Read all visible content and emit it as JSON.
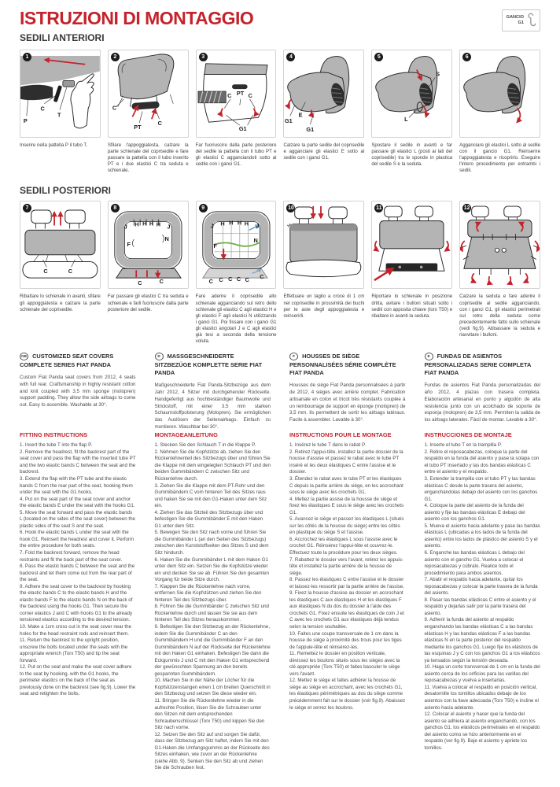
{
  "colors": {
    "accent_red": "#c4232c",
    "illustration_gray": "#b4b4b4",
    "dark_part": "#2e2e2e",
    "elastic_green": "#6faf45",
    "elastic_blue": "#5a9fd4"
  },
  "page": {
    "title": "ISTRUZIONI DI MONTAGGIO",
    "hook_badge": {
      "line1": "GANCIO",
      "line2": "G1"
    }
  },
  "anteriori": {
    "heading": "SEDILI ANTERIORI",
    "panels": [
      {
        "num": "1",
        "labels": [
          "P",
          "C",
          "T"
        ],
        "caption": "Inserire nella pattella P il tubo T."
      },
      {
        "num": "2",
        "labels": [
          "C",
          "PT",
          "C"
        ],
        "caption": "Sfilare l'appoggiatesta, calzare la parte schienale del coprisedile e fare passare la pattella con il tubo inserito PT e i due elastici C tra seduta e schienale."
      },
      {
        "num": "3",
        "labels": [
          "C",
          "PT",
          "C",
          "G1"
        ],
        "caption": "Far fuoriuscire dalla parte posteriore del sedile la pattella con il tubo PT e gli elastici C agganciandoli sotto al sedile con i ganci G1."
      },
      {
        "num": "4",
        "labels": [
          "G1",
          "E",
          "G1"
        ],
        "caption": "Calzare la parte sedile del coprisedile e agganciare gli elastici E sotto al sedile con i ganci G1."
      },
      {
        "num": "5",
        "labels": [
          "S",
          "L"
        ],
        "caption": "Spostare il sedile in avanti e far passare gli elastici L (posti ai lati del coprisedile) tra le sponde in plastica del sedile S e la seduta."
      },
      {
        "num": "6",
        "labels": [],
        "caption": "Agganciare gli elastici L sotto al sedile con il gancio G1. Reinserire l'appoggiatesta e ricoprirlo. Eseguire l'intero procedimento per entrambi i sedili."
      }
    ]
  },
  "posteriori": {
    "heading": "SEDILI POSTERIORI",
    "panels": [
      {
        "num": "7",
        "labels": [
          "C",
          "C"
        ],
        "caption": "Ribaltare lo schienale in avanti, sfilare gli appoggiatesta e calzare la parte schienale del coprisedile."
      },
      {
        "num": "8",
        "labels": [
          "J",
          "H",
          "H",
          "H",
          "H",
          "J",
          "F",
          "N",
          "C",
          "C"
        ],
        "caption": "Far passare gli elastici C tra seduta e schienale e farli fuoriuscire dalla parte posteriore del sedile."
      },
      {
        "num": "9",
        "labels": [
          "J",
          "H",
          "H",
          "H",
          "H",
          "J",
          "F",
          "N",
          "C",
          "C",
          "C",
          "C",
          "C",
          "C"
        ],
        "caption": "Fare aderire il coprisedile allo schienale agganciando sul retro dello schienale gli elastici C agli elastici H e gli elastici F agli elastici N utilizzando i ganci G1. Poi fissare con i ganci G1 gli elastici angolari J e C agli elastici già tesi a seconda della tensione voluta."
      },
      {
        "num": "10",
        "labels": [],
        "caption": "Effettuare un taglio a croce di 1 cm nel coprisedile in prossimità dei buchi per le aste degli appoggiatesta e reinserirli."
      },
      {
        "num": "11",
        "labels": [],
        "caption": "Riportare lo schienale in posizione dritta, avitare i bulloni situati sotto i sedili con apposita chiave (torx T50) e ribaltare in avanti la seduta."
      },
      {
        "num": "12",
        "labels": [],
        "caption": "Calzare la seduta e fare aderire il coprisedile al sedile agganciando, con i ganci G1, gli elastici perimetrali sul retro della seduta come precedentemente fatto sullo schienale (vedi fig.9). Abbassare la seduta e riavvitare i bulloni."
      }
    ]
  },
  "languages": [
    {
      "code": "GB",
      "title": "CUSTOMIZED SEAT COVERS COMPLETE SERIES FIAT PANDA",
      "intro": "Custom Fiat Panda seat covers from 2012, 4 seats with full rear. Craftsmanship in highly resistant cotton and knit coupled with 3.5 mm sponge (molopren) support padding. They allow the side airbags to come out. Easy to assemble. Washable at 30°.",
      "instructions_heading": "FITTING INSTRUCTIONS",
      "steps": [
        "1. Insert the tube T into the flap P.",
        "2. Remove the headrest, fit the backrest part of the seat cover and pass the flap with the inserted tube PT and the two elastic bands C between the seat and the backrest.",
        "3. Extend the flap with the PT tube and the elastic bands C from the rear part of the seat, hooking them under the seat with the G1 hooks.",
        "4. Put on the seat part of the seat cover and anchor the elastic bands E under the seat with the hooks G1.",
        "5. Move the seat forward and pass the elastic bands L (located on the sides of the seat cover) between the plastic sides of the seat S and the seat.",
        "6. Hook the elastic bands L under the seat with the hook G1. Reinsert the headrest and cover it. Perform the entire procedure for both seats.",
        "7. Fold the backrest forward, remove the head restraints and fit the back part of the seat cover.",
        "8. Pass the elastic bands C between the seat and the backrest and let them come out from the rear part of the seat.",
        "9. Adhere the seat cover to the backrest by hooking the elastic bands C to the elastic bands H and the elastic bands F to the elastic bands N on the back of the backrest using the hooks G1. Then secure the corner elastics J and C with hooks G1 to the already tensioned elastics according to the desired tension.",
        "10. Make a 1cm cross cut in the seat cover near the holes for the head restraint rods and reinsert them.",
        "11. Return the backrest to the upright position, unscrew the bolts located under the seats with the appropriate wrench (Torx T50) and tip the seat forward.",
        "12. Put on the seat and make the seat cover adhere to the seat by hooking, with the G1 hooks, the perimeter elastics on the back of the seat as previously done on the backrest (see fig.9). Lower the seat and retighten the bolts."
      ]
    },
    {
      "code": "D",
      "title": "MASSGESCHNEIDERTE SITZBEZÜGE KOMPLETTE SERIE FIAT PANDA",
      "intro": "Maßgeschneiderte Fiat Panda-Sitzbezüge aus dem Jahr 2012, 4 Sitzer mit durchgehender Rückseite. Handgefertigt aus hochbeständiger Baumwolle und Strickstoff, mit einer 3,5 mm starken Schaumstoffpolsterung (Molopren). Sie ermöglichen das Auslösen der Seitenairbags. Einfach zu montieren. Waschbar bei 30°.",
      "instructions_heading": "MONTAGEANLEITUNG",
      "steps": [
        "1. Stecken Sie den Schlauch T in die Klappe P.",
        "2. Nehmen Sie die Kopfstütze ab, ziehen Sie den Rückenlehnenteil des Sitzbezugs über und führen Sie die Klappe mit dem eingelegten Schlauch PT und den beiden Gummibändern C zwischen Sitz und Rückenlehne durch.",
        "3. Ziehen Sie die Klappe mit dem PT-Rohr und den Gummibändern C vom hinteren Teil des Sitzes raus und haken Sie sie mit den G1-Haken unter dem Sitz ein.",
        "4. Ziehen Sie das Sitzteil des Sitzbezugs über und befestigen Sie die Gummibänder E mit den Haken G1 unter dem Sitz.",
        "5. Bewegen Sie den Sitz nach vorne und führen Sie die Gummibänder L (an den Seiten des Sitzbezugs) zwischen den Kunststoffseiten des Sitzes S und dem Sitz hindurch.",
        "6. Haken Sie die Gummibänder L mit dem Haken G1 unter dem Sitz ein. Setzen Sie die Kopfstütze wieder ein und decken Sie sie ab. Führen Sie den gesamten Vorgang für beide Sitze durch.",
        "7. Klappen Sie die Rückenlehne nach vorne, entfernen Sie die Kopfstützen und ziehen Sie den hinteren Teil des Sitzbezugs über.",
        "8. Führen Sie die Gummibänder C zwischen Sitz und Rückenlehne durch und lassen Sie sie aus dem hinteren Teil des Sitzes herauskommen.",
        "9. Befestigen Sie den Sitzbezug an der Rückenlehne, indem Sie die Gummibänder C an den Gummibändern H und die Gummibänder F an den Gummibändern N auf der Rückseite der Rückenlehne mit den Haken G1 einhaken. Befestigen Sie dann die Eckgummis J und C mit den Haken G1 entsprechend der gewünschten Spannung an den bereits gespannten Gummibändern.",
        "10. Machen Sie in der Nähe der Löcher für die Kopfstützenstangen einen 1 cm breiten Querschnitt in den Sitzbezug und setzen Sie diese wieder ein.",
        "11. Bringen Sie die Rückenlehne wieder in die aufrechte Position, lösen Sie die Schrauben unter den Sitzen mit dem entsprechenden Schraubenschlüssel (Torx T50) und kippen Sie den Sitz nach vorne.",
        "12. Setzen Sie den Sitz auf und sorgen Sie dafür, dass der Sitzbezug am Sitz haftet, indem Sie mit den G1-Haken die Umfangsgummis an der Rückseite des Sitzes einhaken, wie zuvor an der Rückenlehne (siehe Abb. 9). Senken Sie den Sitz ab und ziehen Sie die Schrauben fest."
      ]
    },
    {
      "code": "F",
      "title": "HOUSSES DE SIÈGE PERSONNALISÉES SÉRIE COMPLÈTE FIAT PANDA",
      "intro": "Housses de siège Fiat Panda personnalisées à partir de 2012, 4 sièges avec arrière complet. Fabrication artisanale en coton et tricot très résistants couplée à un rembourrage de support en éponge (molopren) de 3,5 mm. Ils permettent de sortir les airbags latéraux. Facile à assembler. Lavable à 30°.",
      "instructions_heading": "INSTRUCTIONS POUR LE MONTAGE",
      "steps": [
        "1. Insérez le tube T dans le rabat P.",
        "2. Retirez l'appui-tête, installez la partie dossier de la housse d'assise et passez le rabat avec le tube PT inséré et les deux élastiques C entre l'assise et le dossier.",
        "3. Étendez le rabat avec le tube PT et les élastiques C depuis la partie arrière du siège, en les accrochant sous le siège avec les crochets G1.",
        "4. Mettez la partie assise de la housse de siège et fixez les élastiques E sous le siège avec les crochets G1.",
        "5. Avancez le siège et passez les élastiques L (situés sur les côtés de la housse du siège) entre les côtés en plastique du siège S et l'assise.",
        "6. Accrochez les élastiques L sous l'assise avec le crochet G1. Réinsérez l'appui-tête et couvrez-le. Effectuez toute la procédure pour les deux sièges.",
        "7. Rabattez le dossier vers l'avant, retirez les appuis-tête et installez la partie arrière de la housse de siège.",
        "8. Passez les élastiques C entre l'assise et le dossier et laissez-les ressortir par la partie arrière de l'assise.",
        "9. Fixez la housse d'assise au dossier en accrochant les élastiques C aux élastiques H et les élastiques F aux élastiques N du dos du dossier à l'aide des crochets G1. Fixez ensuite les élastiques de coin J et C avec les crochets G1 aux élastiques déjà tendus selon la tension souhaitée.",
        "10. Faites une coupe transversale de 1 cm dans la housse de siège à proximité des trous pour les tiges de l'appuie-tête et réinsérez-les.",
        "11. Remettez le dossier en position verticale, dévissez les boulons situés sous les sièges avec la clé appropriée (Torx T50) et faites basculer le siège vers l'avant.",
        "12. Mettez le siège et faites adhérer la housse de siège au siège en accrochant, avec les crochets G1, les élastiques périmétriques au dos du siège comme précédemment fait sur le dossier (voir fig.9). Abaissez le siège et serrez les boulons."
      ]
    },
    {
      "code": "E",
      "title": "FUNDAS DE ASIENTOS PERSONALIZADAS SERIE COMPLETA FIAT PANDA",
      "intro": "Fundas de asientos Fiat Panda personalizadas del año 2012, 4 plazas con trasera completa. Elaboración artesanal en punto y algodón de alta resistencia junto con un acolchado de soporte de esponja (molopren) de 3,5 mm. Permiten la salida de los airbags laterales. Fácil de montar. Lavable a 30°.",
      "instructions_heading": "INSTRUCCIONES DE MONTAJE",
      "steps": [
        "1. Inserte el tubo T en la trampilla P.",
        "2. Retire el reposacabezas, coloque la parte del respaldo en la funda del asiento y pase la solapa con el tubo PT insertado y las dos bandas elásticas C entre el asiento y el respaldo.",
        "3. Extender la trampilla con el tubo PT y las bandas elásticas C desde la parte trasera del asiento, enganchándolas debajo del asiento con los ganchos G1.",
        "4. Coloque la parte del asiento de la funda del asiento y fije las bandas elásticas E debajo del asiento con los ganchos G1.",
        "5. Mueva el asiento hacia adelante y pase las bandas elásticas L (ubicadas a los lados de la funda del asiento) entre los lados de plástico del asiento S y el asiento.",
        "6. Enganche las bandas elásticas L debajo del asiento con el gancho G1. Vuelva a colocar el reposacabezas y cúbralo. Realice todo el procedimiento para ambos asientos.",
        "7. Abatir el respaldo hacia adelante, quitar los reposacabezas y colocar la parte trasera de la funda del asiento.",
        "8. Pasar las bandas elásticas C entre el asiento y el respaldo y dejarlas salir por la parte trasera del asiento.",
        "9. Adherir la funda del asiento al respaldo enganchando las bandas elásticas C a las bandas elásticas H y las bandas elásticas F a las bandas elásticas N en la parte posterior del respaldo mediante los ganchos G1. Luego fije los elásticos de las esquinas J y C con los ganchos G1 a los elásticos ya tensados según la tensión deseada.",
        "10. Haga un corte transversal de 1 cm en la funda del asiento cerca de los orificios para las varillas del reposacabezas y vuelva a insertarlas.",
        "11. Vuelva a colocar el respaldo en posición vertical, desatornille los tornillos ubicados debajo de los asientos con la llave adecuada (Torx T50) e incline el asiento hacia adelante.",
        "12. Colocar el asiento y hacer que la funda del asiento se adhiera al asiento enganchando, con los ganchos G1, los elásticos perimetrales en el respaldo del asiento como se hizo anteriormente en el respaldo (ver fig.9). Baje el asiento y apriete los tornillos."
      ]
    }
  ]
}
